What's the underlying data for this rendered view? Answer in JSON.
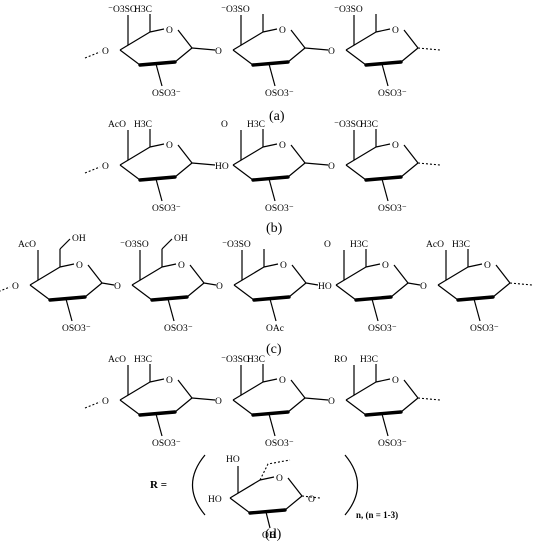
{
  "captions": [
    "(a)",
    "(b)",
    "(c)",
    "(d)"
  ],
  "r_label": "R =",
  "n_label": "n, (n = 1-3)",
  "rows": [
    {
      "units": [
        {
          "top": "⁻O3SO",
          "me": "H3C",
          "left": "O",
          "bottom": "OSO3⁻"
        },
        {
          "top": "⁻O3SO",
          "me": "",
          "left": "O",
          "bottom": "OSO3⁻"
        },
        {
          "top": "⁻O3SO",
          "me": "",
          "left": "O",
          "bottom": "OSO3⁻"
        }
      ]
    },
    {
      "units": [
        {
          "top": "AcO",
          "me": "H3C",
          "left": "O",
          "bottom": "OSO3⁻"
        },
        {
          "top": "O",
          "me": "H3C",
          "left": "HO",
          "bottom": "OSO3⁻"
        },
        {
          "top": "⁻O3SO",
          "me": "H3C",
          "left": "O",
          "bottom": "OSO3⁻"
        }
      ]
    },
    {
      "units": [
        {
          "top": "AcO",
          "me": "OH",
          "left": "O",
          "bottom": "OSO3⁻"
        },
        {
          "top": "⁻O3SO",
          "me": "OH",
          "left": "O",
          "bottom": "OSO3⁻"
        },
        {
          "top": "⁻O3SO",
          "me": "",
          "left": "O",
          "bottom": "OAc"
        },
        {
          "top": "O",
          "me": "H3C",
          "left": "HO",
          "bottom": "OSO3⁻"
        },
        {
          "top": "AcO",
          "me": "H3C",
          "left": "O",
          "bottom": "OSO3⁻"
        }
      ]
    },
    {
      "units": [
        {
          "top": "AcO",
          "me": "H3C",
          "left": "O",
          "bottom": "OSO3⁻"
        },
        {
          "top": "⁻O3SO",
          "me": "H3C",
          "left": "O",
          "bottom": "OSO3⁻"
        },
        {
          "top": "RO",
          "me": "H3C",
          "left": "O",
          "bottom": "OSO3⁻"
        }
      ]
    }
  ],
  "r_unit": {
    "top": "HO",
    "left": "HO",
    "bottom": "OH"
  }
}
